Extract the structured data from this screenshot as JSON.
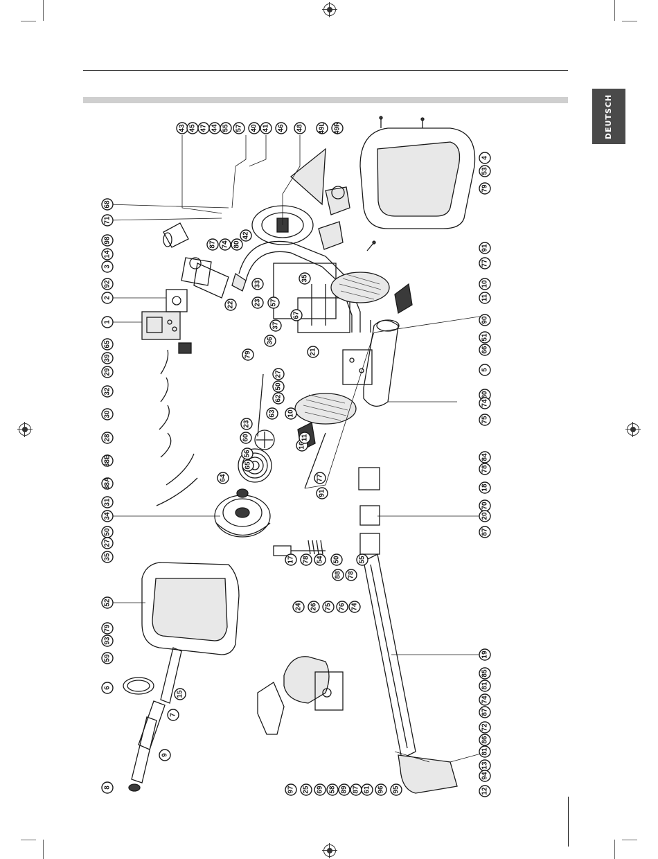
{
  "header": {
    "language_tab": "DEUTSCH"
  },
  "callouts": [
    {
      "label": "43"
    },
    {
      "label": "45"
    },
    {
      "label": "47"
    },
    {
      "label": "44"
    },
    {
      "label": "55"
    },
    {
      "label": "57"
    },
    {
      "label": "40"
    },
    {
      "label": "41"
    },
    {
      "label": "46"
    },
    {
      "label": "48"
    },
    {
      "label": "49L"
    },
    {
      "label": "49R"
    },
    {
      "label": "4"
    },
    {
      "label": "53"
    },
    {
      "label": "79"
    },
    {
      "label": "68"
    },
    {
      "label": "71"
    },
    {
      "label": "98"
    },
    {
      "label": "14"
    },
    {
      "label": "3"
    },
    {
      "label": "92"
    },
    {
      "label": "2"
    },
    {
      "label": "1"
    },
    {
      "label": "65"
    },
    {
      "label": "39"
    },
    {
      "label": "29"
    },
    {
      "label": "32"
    },
    {
      "label": "30"
    },
    {
      "label": "28"
    },
    {
      "label": "38B"
    },
    {
      "label": "38A"
    },
    {
      "label": "31"
    },
    {
      "label": "34"
    },
    {
      "label": "50"
    },
    {
      "label": "27"
    },
    {
      "label": "35"
    },
    {
      "label": "52"
    },
    {
      "label": "79"
    },
    {
      "label": "93"
    },
    {
      "label": "59"
    },
    {
      "label": "6"
    },
    {
      "label": "15"
    },
    {
      "label": "7"
    },
    {
      "label": "9"
    },
    {
      "label": "8"
    },
    {
      "label": "87"
    },
    {
      "label": "74"
    },
    {
      "label": "80"
    },
    {
      "label": "42"
    },
    {
      "label": "22"
    },
    {
      "label": "33"
    },
    {
      "label": "23"
    },
    {
      "label": "57"
    },
    {
      "label": "35"
    },
    {
      "label": "67"
    },
    {
      "label": "37"
    },
    {
      "label": "36"
    },
    {
      "label": "79"
    },
    {
      "label": "21"
    },
    {
      "label": "27"
    },
    {
      "label": "50"
    },
    {
      "label": "62"
    },
    {
      "label": "63"
    },
    {
      "label": "23"
    },
    {
      "label": "60"
    },
    {
      "label": "56"
    },
    {
      "label": "65"
    },
    {
      "label": "64"
    },
    {
      "label": "16"
    },
    {
      "label": "77"
    },
    {
      "label": "91"
    },
    {
      "label": "10"
    },
    {
      "label": "11"
    },
    {
      "label": "91"
    },
    {
      "label": "77"
    },
    {
      "label": "10"
    },
    {
      "label": "11"
    },
    {
      "label": "90"
    },
    {
      "label": "51"
    },
    {
      "label": "66"
    },
    {
      "label": "5"
    },
    {
      "label": "80"
    },
    {
      "label": "74"
    },
    {
      "label": "75"
    },
    {
      "label": "84"
    },
    {
      "label": "78"
    },
    {
      "label": "18"
    },
    {
      "label": "70"
    },
    {
      "label": "20"
    },
    {
      "label": "87"
    },
    {
      "label": "17"
    },
    {
      "label": "78"
    },
    {
      "label": "54"
    },
    {
      "label": "50"
    },
    {
      "label": "88"
    },
    {
      "label": "78"
    },
    {
      "label": "55"
    },
    {
      "label": "24"
    },
    {
      "label": "26"
    },
    {
      "label": "75"
    },
    {
      "label": "76"
    },
    {
      "label": "74"
    },
    {
      "label": "19"
    },
    {
      "label": "85"
    },
    {
      "label": "81"
    },
    {
      "label": "74"
    },
    {
      "label": "87"
    },
    {
      "label": "72"
    },
    {
      "label": "86"
    },
    {
      "label": "81"
    },
    {
      "label": "13"
    },
    {
      "label": "94"
    },
    {
      "label": "12"
    },
    {
      "label": "97"
    },
    {
      "label": "25"
    },
    {
      "label": "69"
    },
    {
      "label": "58"
    },
    {
      "label": "89"
    },
    {
      "label": "87"
    },
    {
      "label": "61"
    },
    {
      "label": "96"
    },
    {
      "label": "95"
    }
  ]
}
